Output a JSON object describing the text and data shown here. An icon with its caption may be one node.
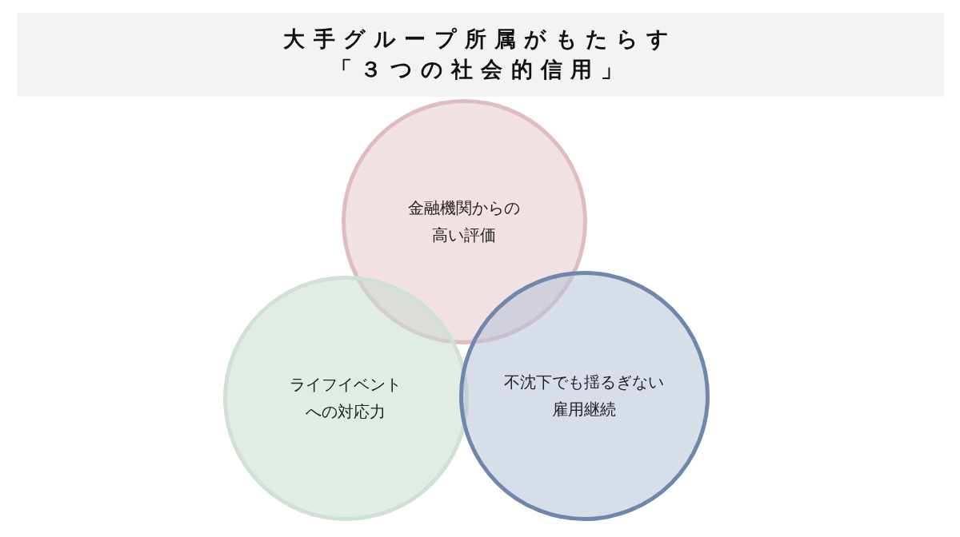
{
  "diagram": {
    "title": "大手グループ所属がもたらす「３つの社会的信用」",
    "nodes": [
      {
        "text": [
          "金融機関からの高い評価"
        ]
      },
      {
        "text": [
          "ライフイベントへの対応力"
        ]
      },
      {
        "text": [
          "不沈下でも揺るぎない雇用継続"
        ]
      }
    ]
  }
}
